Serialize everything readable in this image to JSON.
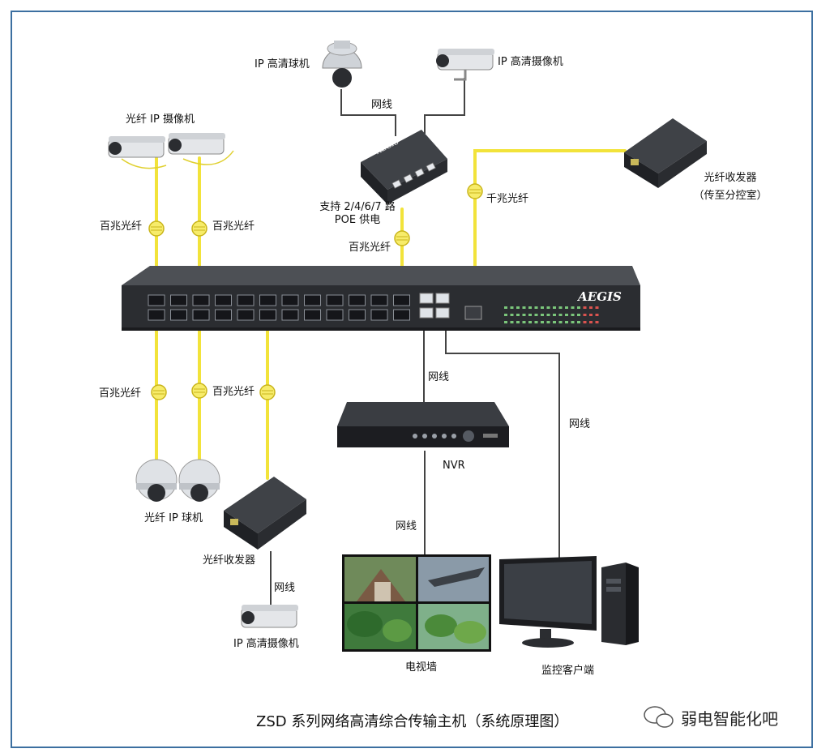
{
  "brand": "AEGIS",
  "labels": {
    "ip_dome_top": "IP 高清球机",
    "ip_bullet_top": "IP 高清摄像机",
    "network_cable_top": "网线",
    "fiber_ip_camera": "光纤 IP 摄像机",
    "poe_support_1": "支持 2/4/6/7 路",
    "poe_support_2": "POE 供电",
    "fiber_100m_a": "百兆光纤",
    "fiber_100m_b": "百兆光纤",
    "fiber_100m_poe": "百兆光纤",
    "gigabit_fiber": "千兆光纤",
    "transceiver_right_1": "光纤收发器",
    "transceiver_right_2": "（传至分控室）",
    "fiber_100m_c": "百兆光纤",
    "fiber_100m_d": "百兆光纤",
    "network_cable_nvr": "网线",
    "network_cable_client": "网线",
    "nvr": "NVR",
    "network_cable_tv": "网线",
    "fiber_ip_dome": "光纤 IP 球机",
    "transceiver_bottom": "光纤收发器",
    "network_cable_bottom": "网线",
    "ip_bullet_bottom": "IP 高清摄像机",
    "tv_wall": "电视墙",
    "monitor_client": "监控客户端"
  },
  "caption": "ZSD 系列网络高清综合传输主机（系统原理图）",
  "watermark": "弱电智能化吧",
  "colors": {
    "border": "#3c6fa0",
    "fiber": "#f2e33a",
    "cable": "#555555",
    "device_dark": "#2d2f33",
    "device_top": "#4a4d52",
    "brand_text": "#ffffff"
  }
}
